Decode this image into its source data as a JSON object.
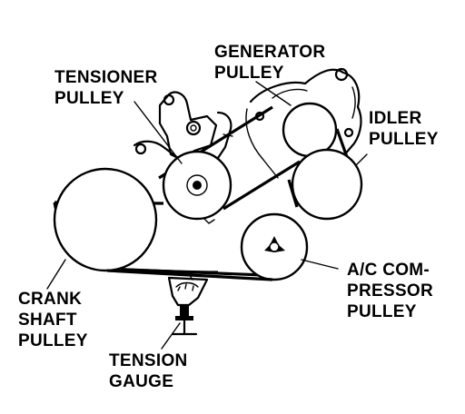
{
  "labels": {
    "generator": [
      "GENERATOR",
      "PULLEY"
    ],
    "tensioner": [
      "TENSIONER",
      "PULLEY"
    ],
    "idler": [
      "IDLER",
      "PULLEY"
    ],
    "ac_compressor": [
      "A/C COM-",
      "PRESSOR",
      "PULLEY"
    ],
    "crankshaft": [
      "CRANK",
      "SHAFT",
      "PULLEY"
    ],
    "tension_gauge": [
      "TENSION",
      "GAUGE"
    ]
  },
  "colors": {
    "line": "#000000",
    "background": "#ffffff"
  }
}
